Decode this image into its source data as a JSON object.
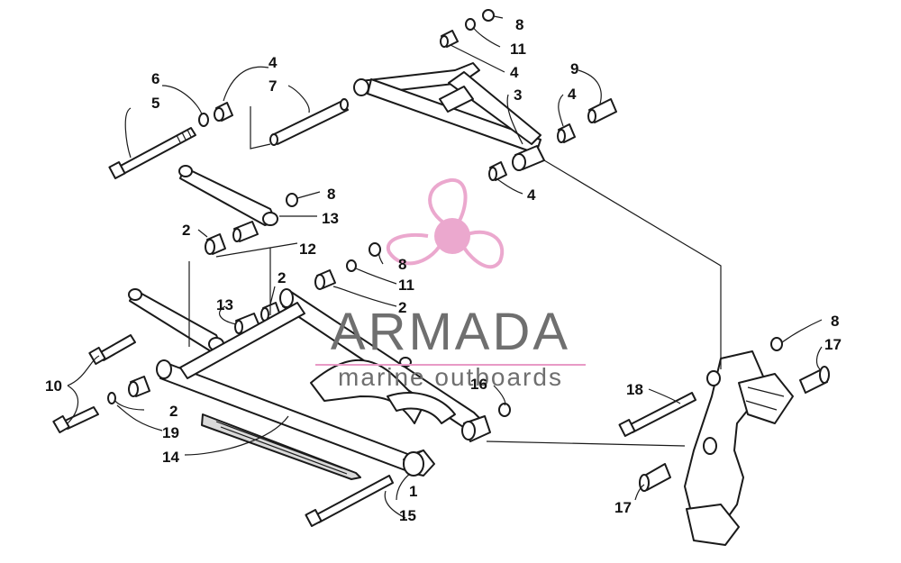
{
  "brand": {
    "name": "ARMADA",
    "tagline": "marine outboards",
    "logo_icon": "propeller-logo-icon",
    "logo_color": "#e89ac6",
    "text_color": "#6f6f6f"
  },
  "callouts": {
    "c1": "1",
    "c2a": "2",
    "c2b": "2",
    "c2c": "2",
    "c2d": "2",
    "c3": "3",
    "c4a": "4",
    "c4b": "4",
    "c4c": "4",
    "c4d": "4",
    "c5": "5",
    "c6": "6",
    "c7": "7",
    "c8a": "8",
    "c8b": "8",
    "c8c": "8",
    "c8d": "8",
    "c9": "9",
    "c10": "10",
    "c11a": "11",
    "c11b": "11",
    "c12": "12",
    "c13a": "13",
    "c13b": "13",
    "c14": "14",
    "c15": "15",
    "c16": "16",
    "c17a": "17",
    "c17b": "17",
    "c18": "18",
    "c19": "19"
  }
}
